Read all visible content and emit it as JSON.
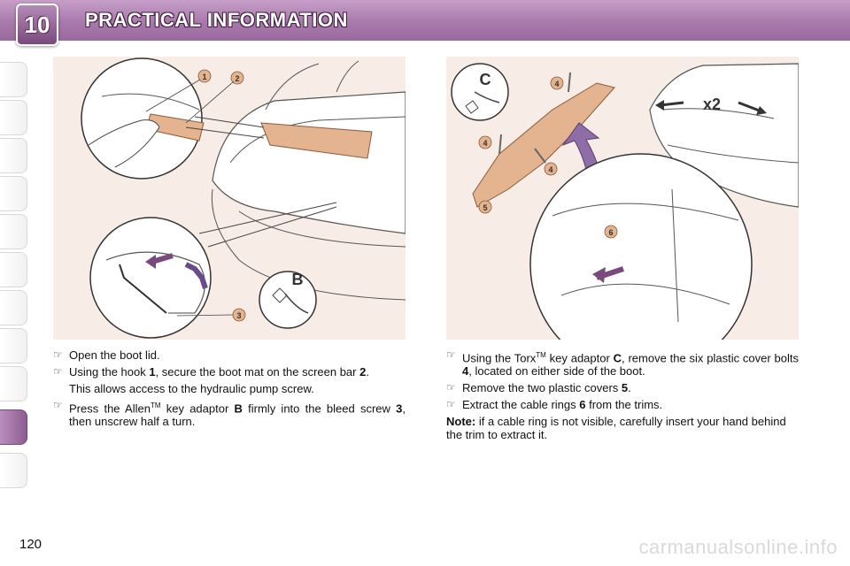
{
  "header": {
    "chapter": "10",
    "title": "PRACTICAL INFORMATION"
  },
  "left_figure": {
    "callouts": [
      "1",
      "2",
      "3"
    ],
    "key_label": "B"
  },
  "right_figure": {
    "callouts": [
      "4",
      "4",
      "4",
      "5",
      "6"
    ],
    "key_label": "C",
    "multiplier": "x2"
  },
  "left_text": {
    "bullet_glyph": "☞",
    "item1": "Open the boot lid.",
    "item2": {
      "pre": "Using the hook ",
      "ref1": "1",
      "mid": ", secure the boot mat on the screen bar ",
      "ref2": "2",
      "post": "."
    },
    "plain": "This allows access to the hydraulic pump screw.",
    "item3": {
      "pre": "Press the Allen",
      "tm": "TM",
      "mid": " key adaptor ",
      "ref1": "B",
      "mid2": " firmly into the bleed screw ",
      "ref2": "3",
      "post": ", then unscrew half a turn."
    }
  },
  "right_text": {
    "bullet_glyph": "☞",
    "item1": {
      "pre": "Using the Torx",
      "tm": "TM",
      "mid": " key adaptor ",
      "ref1": "C",
      "mid2": ", remove the six plastic cover bolts ",
      "ref2": "4",
      "post": ", located on either side of the boot."
    },
    "item2": {
      "pre": "Remove the two plastic covers ",
      "ref": "5",
      "post": "."
    },
    "item3": {
      "pre": "Extract the cable rings ",
      "ref": "6",
      "post": " from the trims."
    },
    "note": {
      "label": "Note:",
      "text": " if a cable ring is not visible, carefully insert your hand behind the trim to extract it."
    }
  },
  "footer": {
    "page_number": "120",
    "watermark": "carmanualsonline.info"
  },
  "colors": {
    "header": "#a879ab",
    "accent": "#7a4a7e",
    "illustration_bg": "#f7ece6",
    "part_tan": "#e3b48f"
  }
}
